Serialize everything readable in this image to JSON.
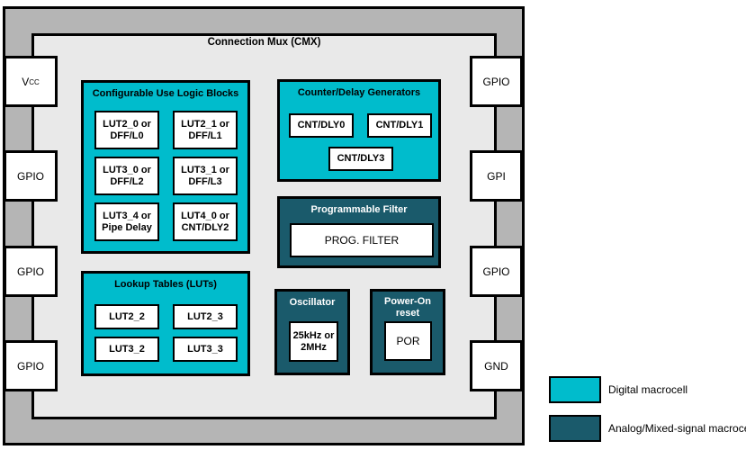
{
  "colors": {
    "digital": "#00bccc",
    "analog": "#1a5a6b",
    "frame": "#b5b5b5",
    "inner": "#e9e9e9"
  },
  "diagram": {
    "title": "Connection Mux (CMX)"
  },
  "pins": {
    "left": [
      {
        "label": "V",
        "sub": "CC"
      },
      {
        "label": "GPIO"
      },
      {
        "label": "GPIO"
      },
      {
        "label": "GPIO"
      }
    ],
    "right": [
      {
        "label": "GPIO"
      },
      {
        "label": "GPI"
      },
      {
        "label": "GPIO"
      },
      {
        "label": "GND"
      }
    ]
  },
  "blocks": {
    "culb": {
      "title": "Configurable Use Logic Blocks",
      "cells": [
        {
          "line1": "LUT2_0 or",
          "line2": "DFF/L0"
        },
        {
          "line1": "LUT2_1 or",
          "line2": "DFF/L1"
        },
        {
          "line1": "LUT3_0 or",
          "line2": "DFF/L2"
        },
        {
          "line1": "LUT3_1 or",
          "line2": "DFF/L3"
        },
        {
          "line1": "LUT3_4 or",
          "line2": "Pipe Delay"
        },
        {
          "line1": "LUT4_0 or",
          "line2": "CNT/DLY2"
        }
      ]
    },
    "cdg": {
      "title": "Counter/Delay Generators",
      "cells": [
        {
          "label": "CNT/DLY0"
        },
        {
          "label": "CNT/DLY1"
        },
        {
          "label": "CNT/DLY3"
        }
      ]
    },
    "filter": {
      "title": "Programmable Filter",
      "cell": "PROG. FILTER"
    },
    "luts": {
      "title": "Lookup Tables (LUTs)",
      "cells": [
        {
          "label": "LUT2_2"
        },
        {
          "label": "LUT2_3"
        },
        {
          "label": "LUT3_2"
        },
        {
          "label": "LUT3_3"
        }
      ]
    },
    "osc": {
      "title": "Oscillator",
      "cell_line1": "25kHz or",
      "cell_line2": "2MHz"
    },
    "por": {
      "title_line1": "Power-On",
      "title_line2": "reset",
      "cell": "POR"
    }
  },
  "legend": [
    {
      "label": "Digital macrocell",
      "color": "#00bccc"
    },
    {
      "label": "Analog/Mixed-signal macrocell",
      "color": "#1a5a6b"
    }
  ]
}
